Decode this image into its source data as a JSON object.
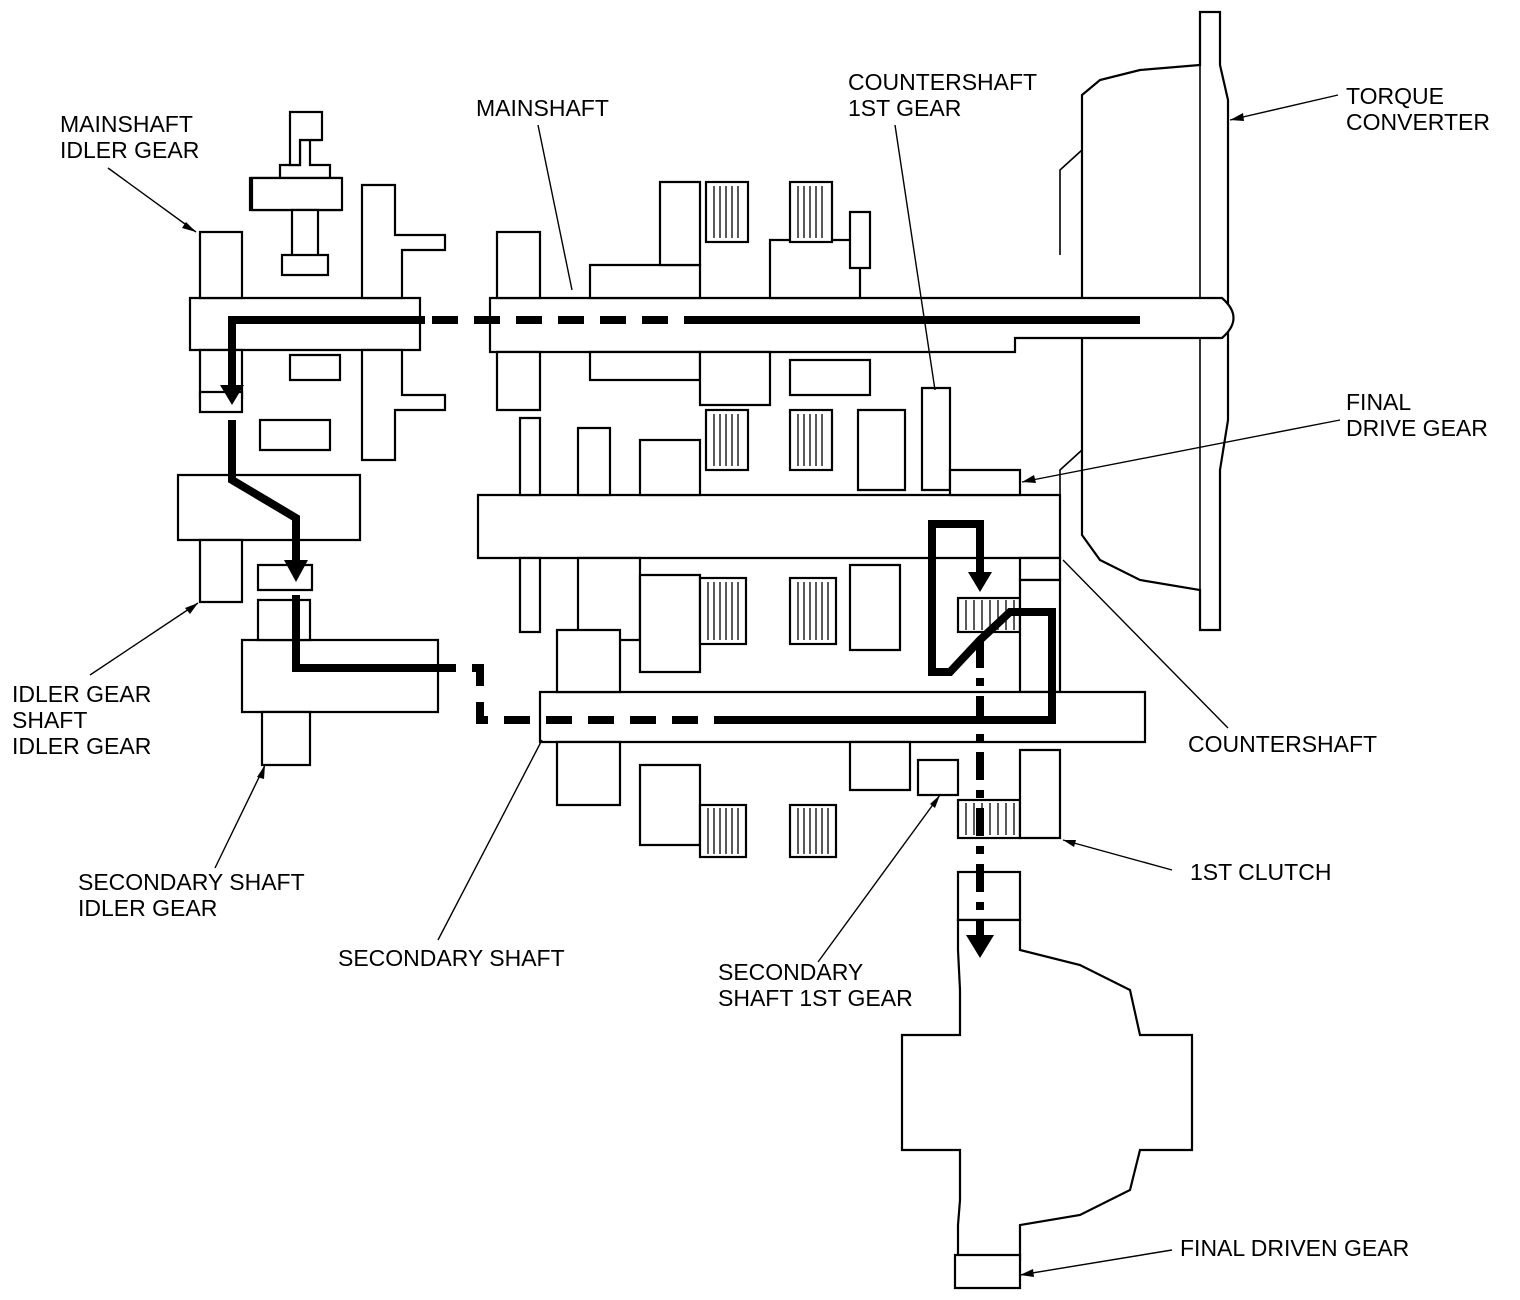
{
  "labels": {
    "mainshaft_idler_gear": [
      "MAINSHAFT",
      "IDLER GEAR"
    ],
    "mainshaft": [
      "MAINSHAFT"
    ],
    "countershaft_1st_gear": [
      "COUNTERSHAFT",
      "1ST GEAR"
    ],
    "torque_converter": [
      "TORQUE",
      "CONVERTER"
    ],
    "final_drive_gear": [
      "FINAL",
      "DRIVE GEAR"
    ],
    "countershaft": [
      "COUNTERSHAFT"
    ],
    "idler_gear_shaft_idler_gear": [
      "IDLER GEAR",
      "SHAFT",
      "IDLER GEAR"
    ],
    "secondary_shaft_idler_gear": [
      "SECONDARY SHAFT",
      "IDLER GEAR"
    ],
    "secondary_shaft": [
      "SECONDARY SHAFT"
    ],
    "secondary_shaft_1st_gear": [
      "SECONDARY",
      "SHAFT 1ST GEAR"
    ],
    "1st_clutch": [
      "1ST CLUTCH"
    ],
    "final_driven_gear": [
      "FINAL DRIVEN GEAR"
    ]
  }
}
